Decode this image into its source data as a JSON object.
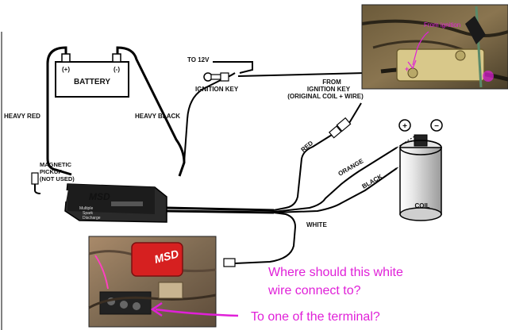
{
  "labels": {
    "battery": "BATTERY",
    "plus": "(+)",
    "minus": "(-)",
    "to_12v": "TO 12V",
    "ignition_key": "IGNITION KEY",
    "from": "FROM",
    "ignition_key_2": "IGNITION KEY",
    "original": "(ORIGINAL COIL + WIRE)",
    "heavy_red": "HEAVY RED",
    "heavy_black": "HEAVY BLACK",
    "magnetic": "MAGNETIC",
    "pickup": "PICKUP",
    "not_used": "(NOT USED)",
    "red": "RED",
    "orange": "ORANGE",
    "black": "BLACK",
    "white": "WHITE",
    "coil": "COIL",
    "coil_plus": "+",
    "coil_minus": "−",
    "msd": "MSD",
    "msd_sub1": "Multiple",
    "msd_sub2": "Spark",
    "msd_sub3": "Discharge",
    "photo_top_caption": "From ignition"
  },
  "questions": {
    "line1": "Where should this white",
    "line2": "wire connect to?",
    "line3": "To one of the terminal?"
  },
  "colors": {
    "annotation": "#e020d8",
    "wire": "#111111"
  }
}
